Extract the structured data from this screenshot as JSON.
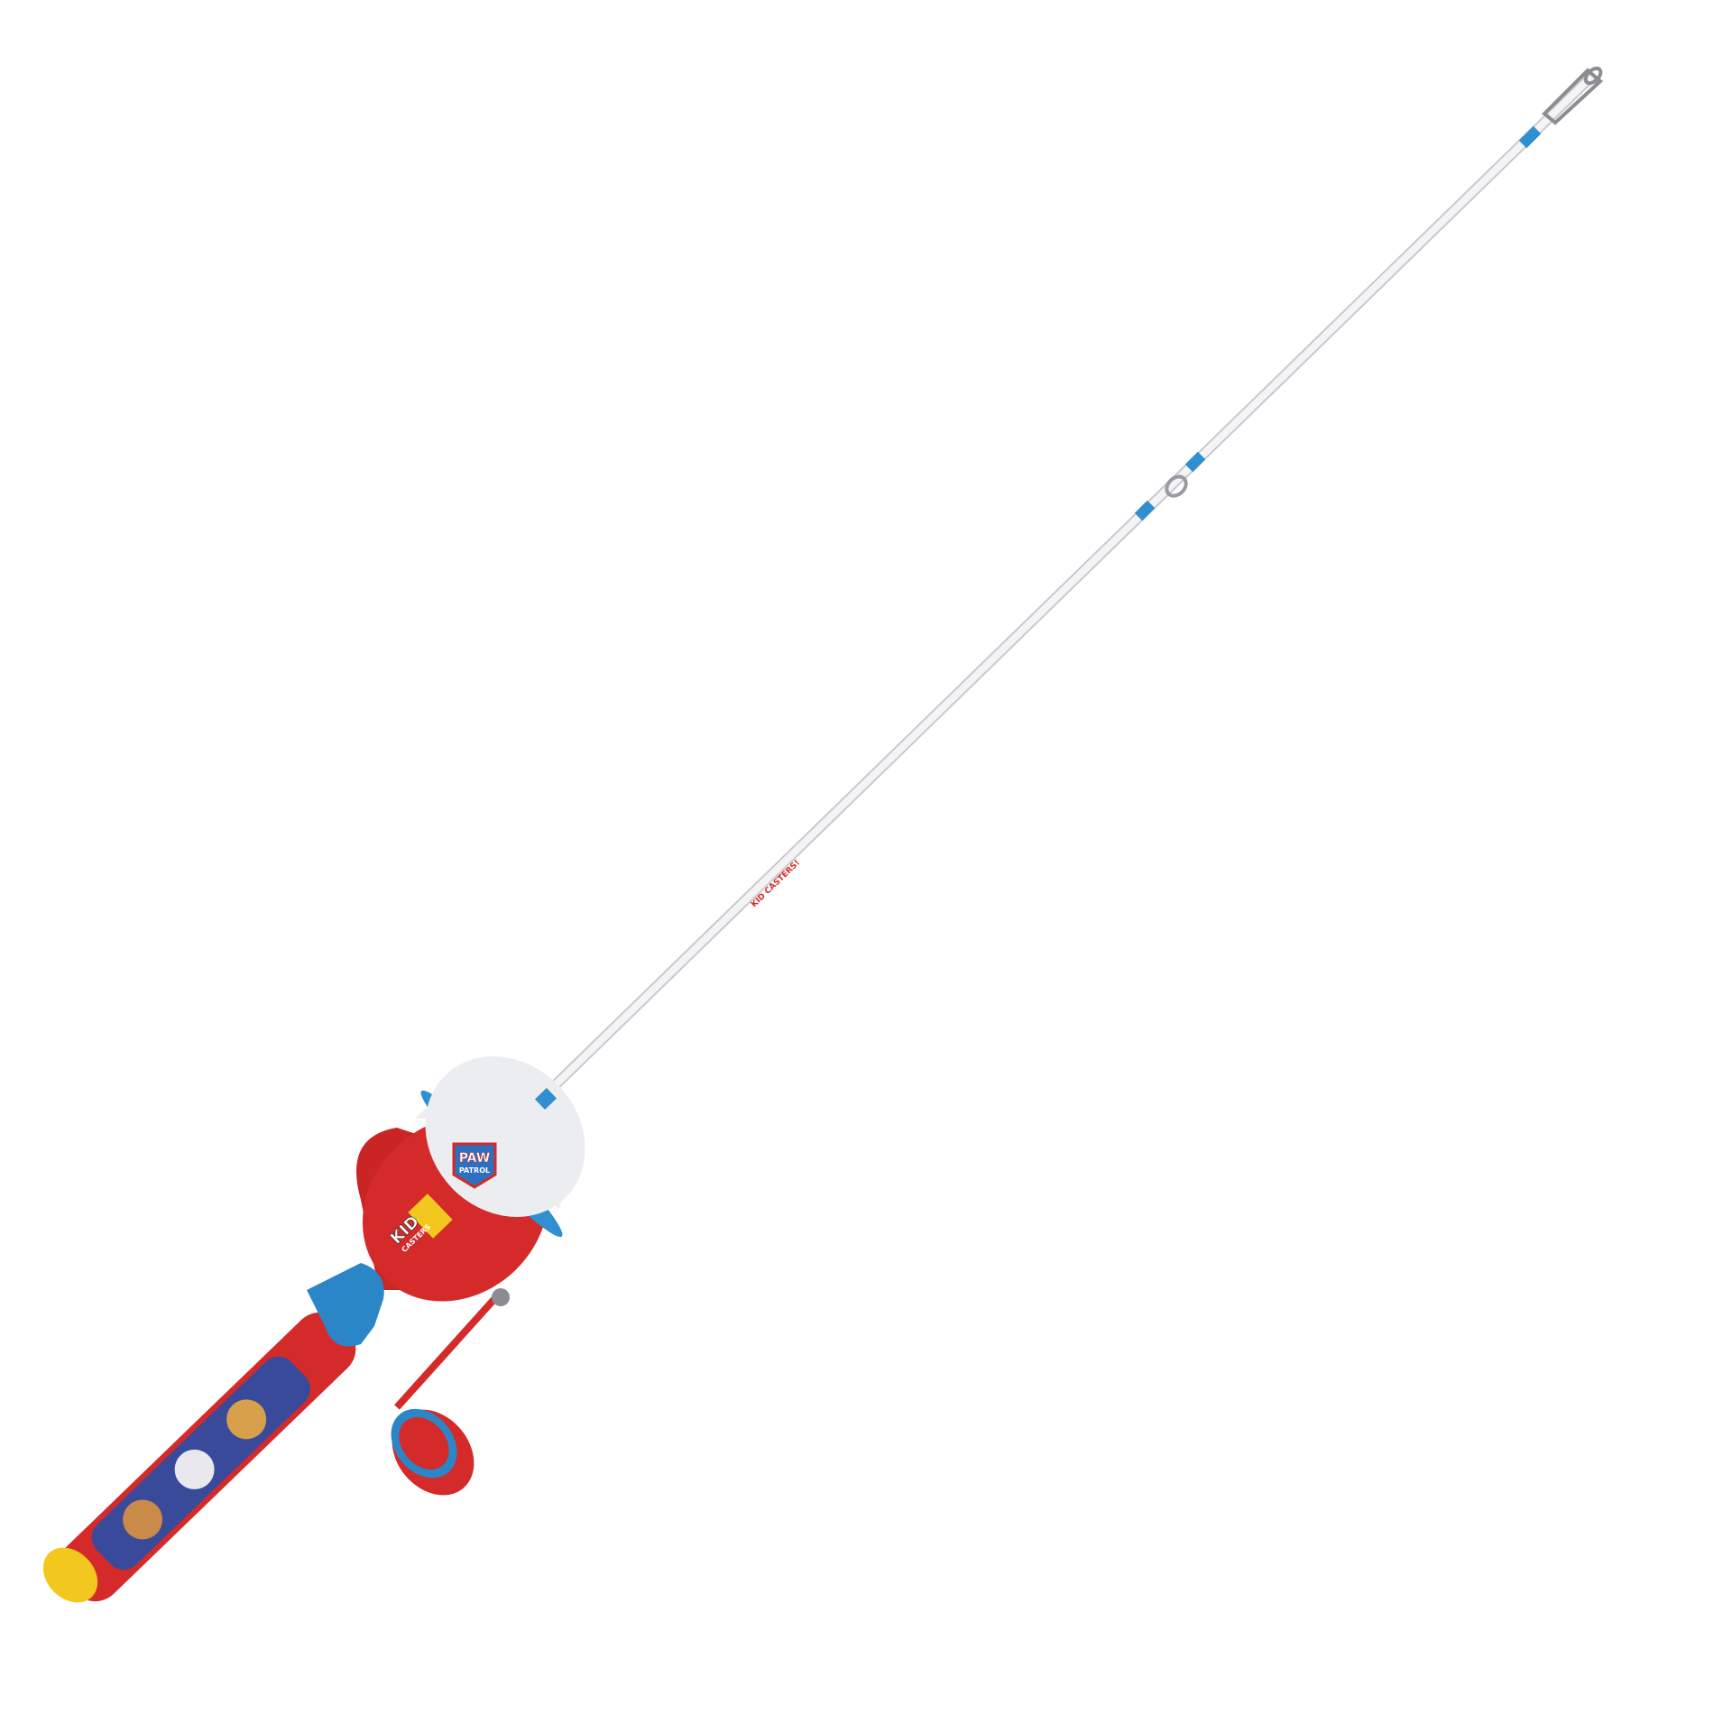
{
  "product": {
    "rod_brand_text": "KID CASTERS!",
    "reel_logo_text": [
      "KID",
      "CASTERS"
    ],
    "badge_logo_text": [
      "PAW",
      "PATROL"
    ]
  },
  "colors": {
    "background": "#ffffff",
    "rod": "#f2f2f4",
    "rod_bands": "#2f8fd0",
    "reel_body": "#d42a2a",
    "reel_dome": "#ecedf1",
    "reel_trim": "#2f8fd0",
    "handle": "#d42a2a",
    "handle_art": "#3a4a9a",
    "end_cap": "#f2c81e",
    "trigger": "#2b86c8"
  }
}
